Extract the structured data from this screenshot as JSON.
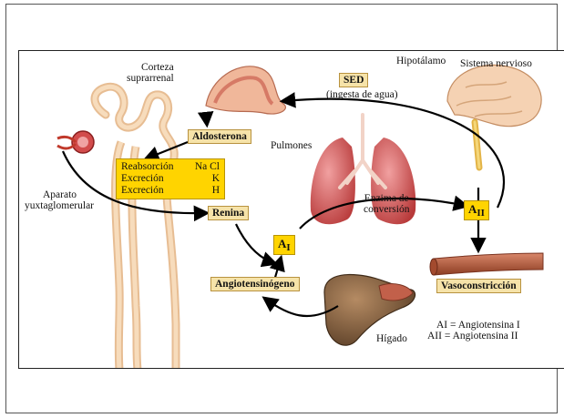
{
  "labels": {
    "corteza": [
      "Corteza",
      "suprarrenal"
    ],
    "aldosterona": "Aldosterona",
    "reabsorcion": {
      "left": "Reabsorción",
      "right": "Na Cl"
    },
    "excrecion_k": {
      "left": "Excreción",
      "right": "K"
    },
    "excrecion_h": {
      "left": "Excreción",
      "right": "H"
    },
    "aparato": [
      "Aparato",
      "yuxtaglomerular"
    ],
    "renina": "Renina",
    "pulmones": "Pulmones",
    "enzima": [
      "Enzima de",
      "conversión"
    ],
    "ai_main": "A",
    "ai_sub": "I",
    "aii_main": "A",
    "aii_sub": "II",
    "hipotalamo": "Hipotálamo",
    "sistema_nervioso": "Sistema nervioso",
    "sed": "SED",
    "ingesta": "(ingesta de agua)",
    "angiotensinogeno": "Angiotensinógeno",
    "vasoconstriccion": "Vasoconstricción",
    "higado": "Hígado",
    "legend_ai": "AI = Angiotensina I",
    "legend_aii": "AII = Angiotensina II"
  },
  "colors": {
    "label_box": "#f6e3a9",
    "yellow_box": "#ffd400",
    "kidney": "#f2c9a0",
    "adrenal": "#e8a38a",
    "lung": "#c94a4a",
    "liver": "#7a5a3c",
    "vessel": "#b85a38",
    "arrow": "#000000"
  },
  "icons": [
    "kidney-nephron-icon",
    "adrenal-gland-icon",
    "lungs-icon",
    "brain-icon",
    "liver-icon",
    "blood-vessel-icon"
  ]
}
